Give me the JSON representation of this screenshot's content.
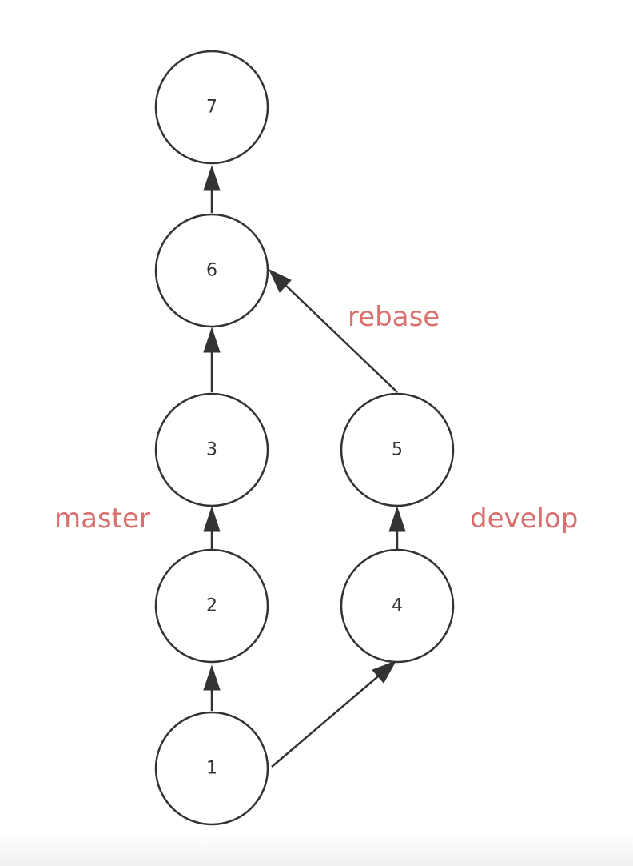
{
  "diagram": {
    "nodes": [
      {
        "id": "1",
        "label": "1"
      },
      {
        "id": "2",
        "label": "2"
      },
      {
        "id": "3",
        "label": "3"
      },
      {
        "id": "4",
        "label": "4"
      },
      {
        "id": "5",
        "label": "5"
      },
      {
        "id": "6",
        "label": "6"
      },
      {
        "id": "7",
        "label": "7"
      }
    ],
    "edges": [
      {
        "from": "1",
        "to": "2"
      },
      {
        "from": "2",
        "to": "3"
      },
      {
        "from": "3",
        "to": "6"
      },
      {
        "from": "6",
        "to": "7"
      },
      {
        "from": "1",
        "to": "4"
      },
      {
        "from": "4",
        "to": "5"
      },
      {
        "from": "5",
        "to": "6"
      }
    ],
    "labels": {
      "master": "master",
      "develop": "develop",
      "rebase": "rebase"
    },
    "colors": {
      "stroke": "#333333",
      "node_fill": "#ffffff",
      "label": "#d9706e"
    }
  }
}
